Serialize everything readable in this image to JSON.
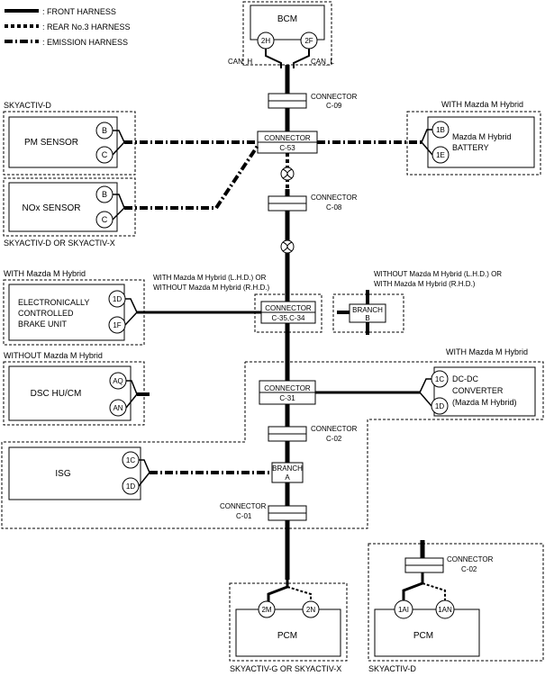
{
  "legend": {
    "front": ": FRONT HARNESS",
    "rear": ": REAR No.3 HARNESS",
    "emission": ": EMISSION HARNESS"
  },
  "bcm": {
    "title": "BCM",
    "pin_h": "2H",
    "pin_f": "2F",
    "can_h": "CAN_H",
    "can_l": "CAN_L"
  },
  "connectors": {
    "c09": {
      "line1": "CONNECTOR",
      "line2": "C-09"
    },
    "c53": {
      "line1": "CONNECTOR",
      "line2": "C-53"
    },
    "c08": {
      "line1": "CONNECTOR",
      "line2": "C-08"
    },
    "c35": {
      "line1": "CONNECTOR",
      "line2": "C-35,C-34"
    },
    "c31": {
      "line1": "CONNECTOR",
      "line2": "C-31"
    },
    "c02": {
      "line1": "CONNECTOR",
      "line2": "C-02"
    },
    "c01": {
      "line1": "CONNECTOR",
      "line2": "C-01"
    },
    "c02d": {
      "line1": "CONNECTOR",
      "line2": "C-02"
    }
  },
  "branches": {
    "b": {
      "line1": "BRANCH",
      "line2": "B"
    },
    "a": {
      "line1": "BRANCH",
      "line2": "A"
    }
  },
  "groups": {
    "skyactiv_d_top": "SKYACTIV-D",
    "skyactiv_d_x": "SKYACTIV-D OR SKYACTIV-X",
    "with_hybrid_top": "WITH Mazda M Hybrid",
    "with_hybrid_brake": "WITH Mazda M Hybrid",
    "without_hybrid_dsc": "WITHOUT Mazda M Hybrid",
    "with_hybrid_dcdc": "WITH Mazda M Hybrid",
    "c35_note_l1": "WITH Mazda M Hybrid (L.H.D.) OR",
    "c35_note_l2": "WITHOUT Mazda M Hybrid (R.H.D.)",
    "branchb_note_l1": "WITHOUT Mazda M Hybrid (L.H.D.) OR",
    "branchb_note_l2": "WITH Mazda M Hybrid (R.H.D.)",
    "pcm_left": "SKYACTIV-G OR SKYACTIV-X",
    "pcm_right": "SKYACTIV-D"
  },
  "modules": {
    "pm_sensor": {
      "name": "PM SENSOR",
      "pin1": "B",
      "pin2": "C"
    },
    "nox_sensor": {
      "name": "NOx SENSOR",
      "pin1": "B",
      "pin2": "C"
    },
    "battery": {
      "line1": "Mazda M Hybrid",
      "line2": "BATTERY",
      "pin1": "1B",
      "pin2": "1E"
    },
    "brake": {
      "line1": "ELECTRONICALLY",
      "line2": "CONTROLLED",
      "line3": "BRAKE UNIT",
      "pin1": "1D",
      "pin2": "1F"
    },
    "dsc": {
      "name": "DSC HU/CM",
      "pin1": "AQ",
      "pin2": "AN"
    },
    "dcdc": {
      "line1": "DC-DC",
      "line2": "CONVERTER",
      "line3": "(Mazda M Hybrid)",
      "pin1": "1C",
      "pin2": "1D"
    },
    "isg": {
      "name": "ISG",
      "pin1": "1C",
      "pin2": "1D"
    },
    "pcm_g": {
      "name": "PCM",
      "pin1": "2M",
      "pin2": "2N"
    },
    "pcm_d": {
      "name": "PCM",
      "pin1": "1AI",
      "pin2": "1AN"
    }
  }
}
